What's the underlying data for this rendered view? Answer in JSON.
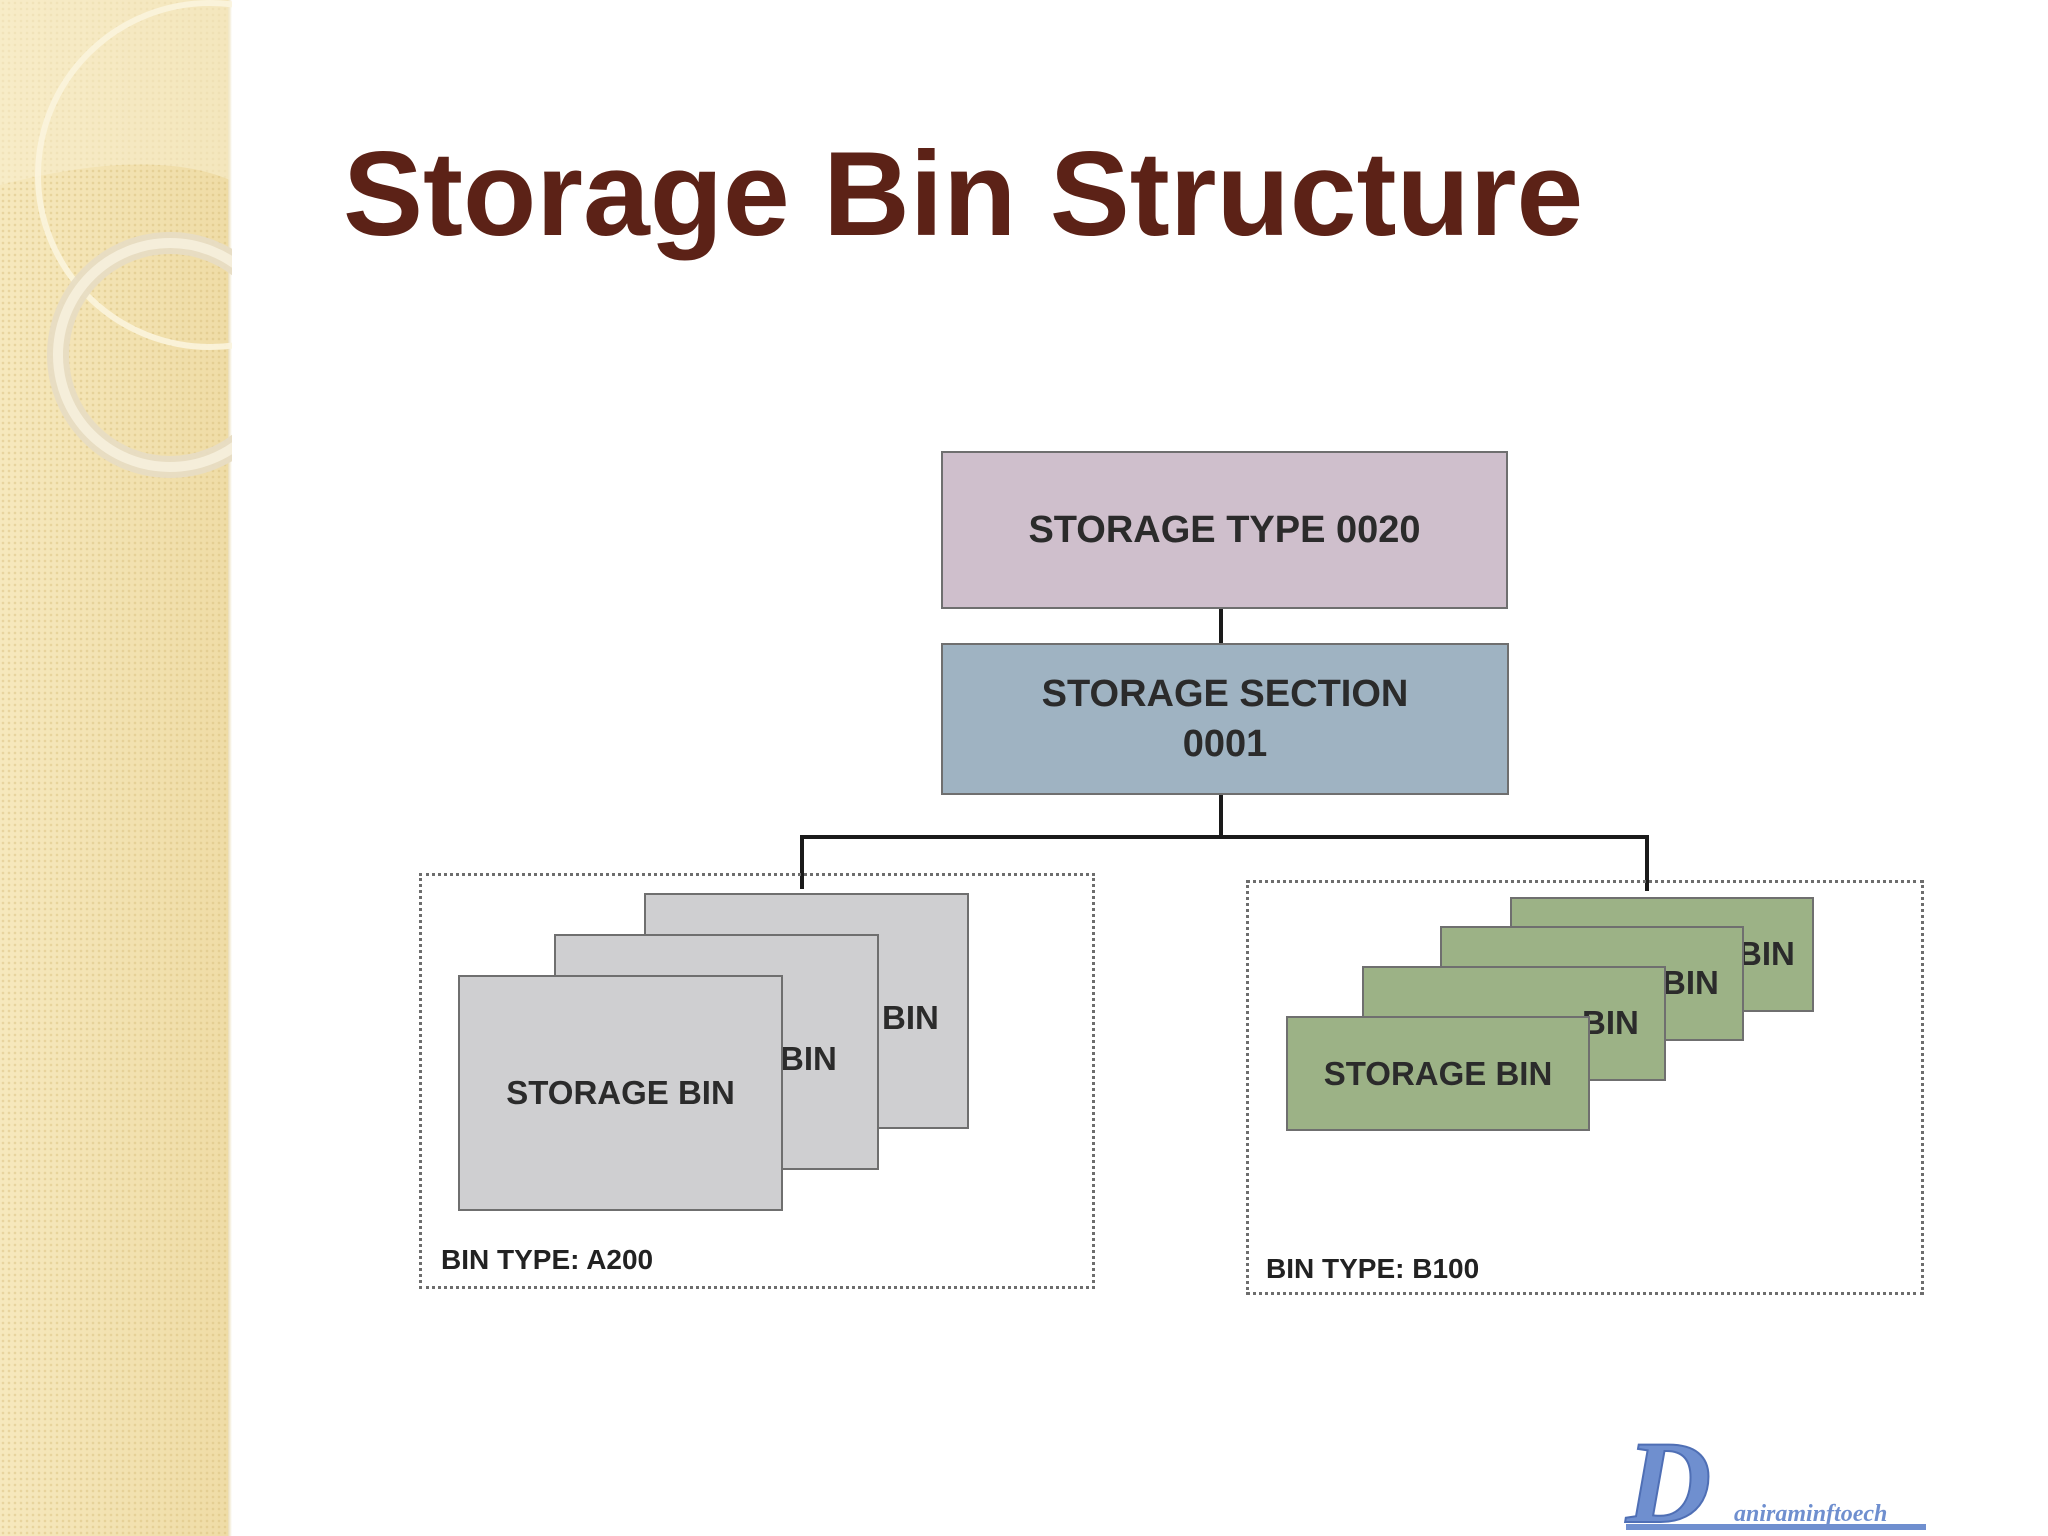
{
  "slide": {
    "title": "Storage Bin Structure"
  },
  "diagram": {
    "storage_type": "STORAGE TYPE 0020",
    "storage_section_line1": "STORAGE SECTION",
    "storage_section_line2": "0001",
    "group_a": {
      "bin_label": "STORAGE BIN",
      "peek_label_1": "BIN",
      "peek_label_2": "BIN",
      "bin_type": "BIN TYPE: A200"
    },
    "group_b": {
      "bin_label": "STORAGE BIN",
      "peek_label_1": "BIN",
      "peek_label_2": "BIN",
      "peek_label_3": "BIN",
      "bin_type": "BIN TYPE: B100"
    }
  },
  "logo": {
    "letter": "D",
    "text": "aniraminftoech"
  },
  "colors": {
    "title": "#5c2217",
    "storage_type_fill": "#cfbfcc",
    "storage_section_fill": "#9fb3c2",
    "bin_gray_fill": "#cfcfd1",
    "bin_green_fill": "#9cb286",
    "logo_blue": "#6f8fcf",
    "side_band": "#f3e3b3"
  },
  "icons": [
    "decorative-rings-icon",
    "company-logo-icon"
  ]
}
